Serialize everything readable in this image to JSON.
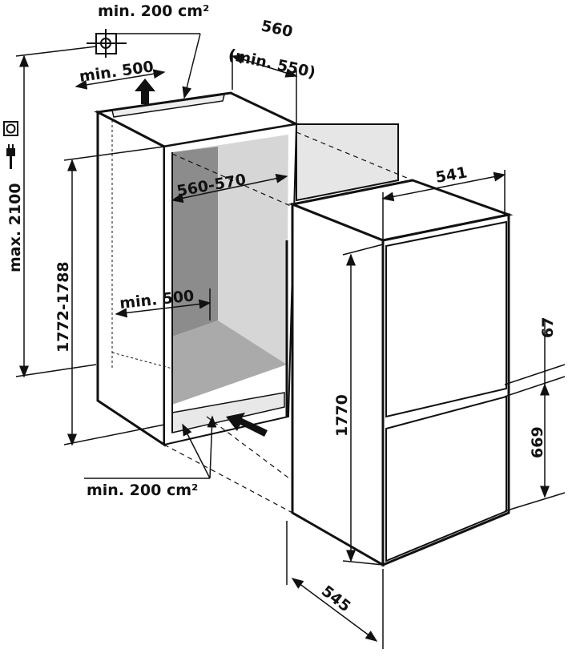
{
  "title": "Built-in fridge installation dimensions",
  "labels": {
    "vent_top": "min. 200 cm²",
    "niche_depth": "560",
    "niche_depth_min": "(min. 550)",
    "vent_top_width": "min. 500",
    "max_height": "max. 2100",
    "niche_height": "1772-1788",
    "niche_width": "560-570",
    "vent_inner_width": "min. 500",
    "vent_bottom": "min. 200 cm²",
    "appliance_width": "541",
    "door_gap": "67",
    "appliance_height": "1770",
    "lower_door": "669",
    "appliance_depth": "545"
  },
  "icons": [
    "socket-icon",
    "plug-icon",
    "ceiling-outlet-icon",
    "airflow-arrow-icon"
  ]
}
